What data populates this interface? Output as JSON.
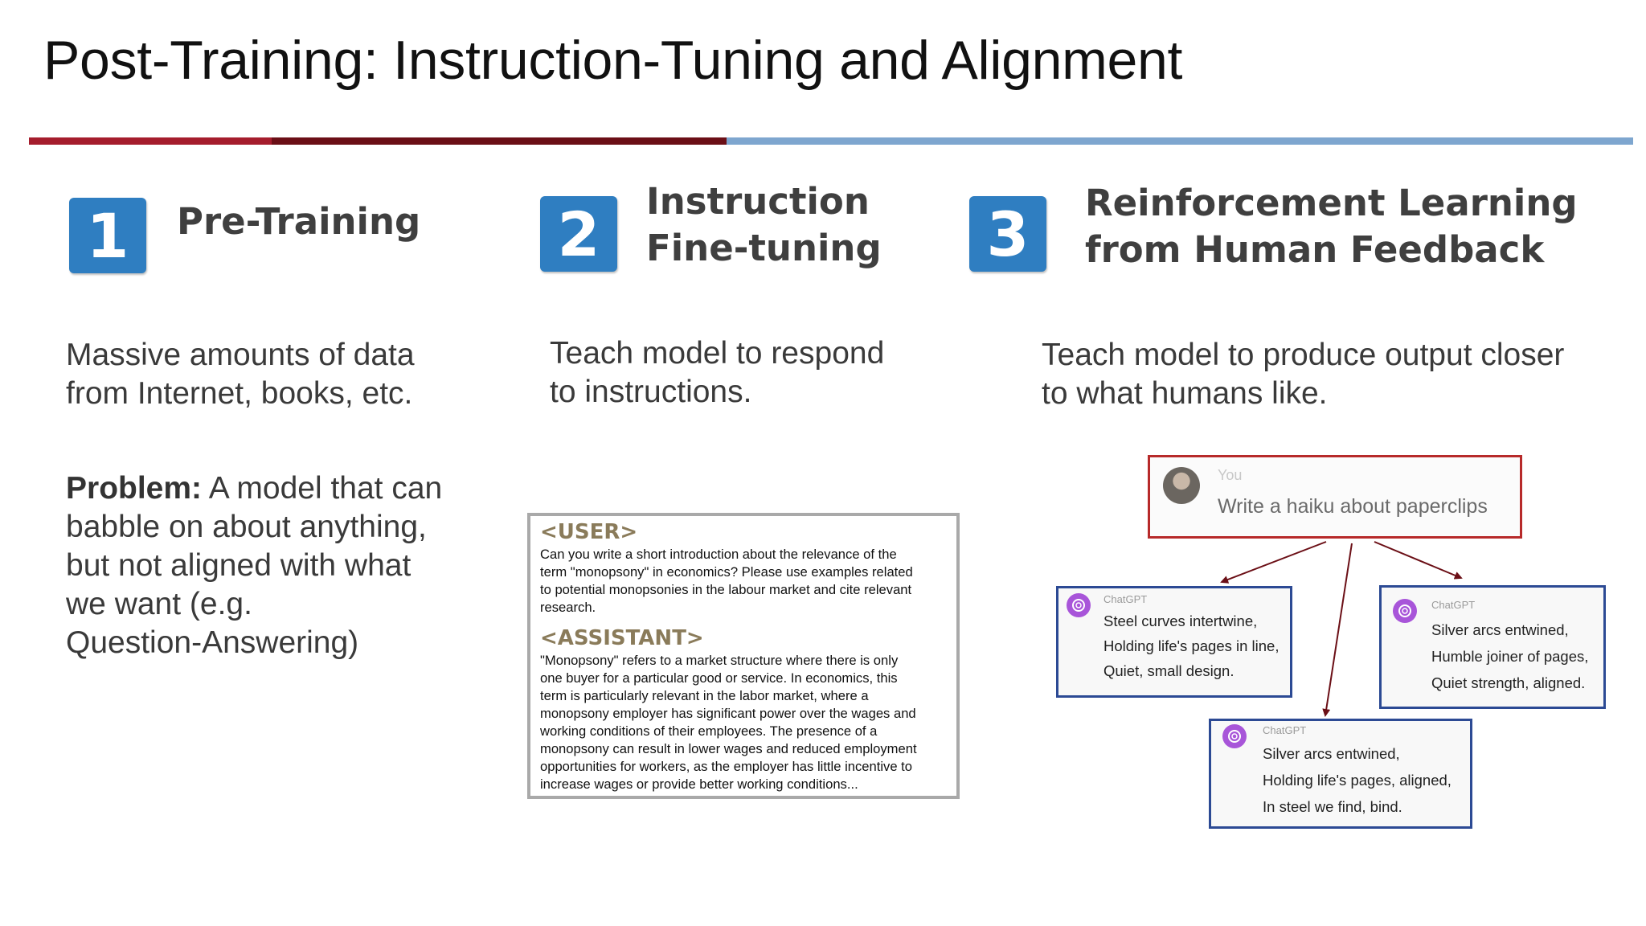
{
  "title": "Post-Training: Instruction-Tuning and Alignment",
  "colors": {
    "rule_red": "#a51d2d",
    "rule_dark": "#6b0f16",
    "rule_blue": "#7ea6cf",
    "badge": "#2f7ec1",
    "prompt_border": "#b72a2a",
    "response_border": "#2c4a94"
  },
  "steps": [
    {
      "number": "1",
      "title_lines": [
        "Pre-Training"
      ],
      "description_lines": [
        "Massive amounts of data",
        "from Internet, books, etc."
      ]
    },
    {
      "number": "2",
      "title_lines": [
        "Instruction",
        "Fine-tuning"
      ],
      "description_lines": [
        "Teach model to respond",
        "to instructions."
      ]
    },
    {
      "number": "3",
      "title_lines": [
        "Reinforcement Learning",
        "from Human Feedback"
      ],
      "description_lines": [
        "Teach model to produce output closer",
        "to what humans like."
      ]
    }
  ],
  "problem": {
    "label": "Problem:",
    "lines": [
      " A model that can",
      "babble on about anything,",
      "but not aligned with what",
      "we want (e.g.",
      "Question-Answering)"
    ]
  },
  "example": {
    "user_tag": "<USER>",
    "user_lines": [
      "Can you write a short introduction about the relevance of the",
      "term \"monopsony\" in economics? Please use examples related",
      "to potential monopsonies in the labour market and cite relevant",
      "research."
    ],
    "assistant_tag": "<ASSISTANT>",
    "assistant_lines": [
      "\"Monopsony\" refers to a market structure where there is only",
      "one buyer for a particular good or service. In economics, this",
      "term is particularly relevant in the labor market, where a",
      "monopsony employer has significant power over the wages and",
      "working conditions of their employees. The presence of a",
      "monopsony can result in lower wages and reduced employment",
      "opportunities for workers, as the employer has little incentive to",
      "increase wages or provide better working conditions..."
    ]
  },
  "rlhf": {
    "prompt_user": "You",
    "prompt_text": "Write a haiku about paperclips",
    "responses": [
      {
        "label": "ChatGPT",
        "lines": [
          "Steel curves intertwine,",
          "Holding life's pages in line,",
          "Quiet, small design."
        ]
      },
      {
        "label": "ChatGPT",
        "lines": [
          "Silver arcs entwined,",
          "Humble joiner of pages,",
          "Quiet strength, aligned."
        ]
      },
      {
        "label": "ChatGPT",
        "lines": [
          "Silver arcs entwined,",
          "Holding life's pages, aligned,",
          "In steel we find, bind."
        ]
      }
    ]
  },
  "icons": {
    "avatar": "user-avatar",
    "assistant": "openai-logo-icon"
  }
}
